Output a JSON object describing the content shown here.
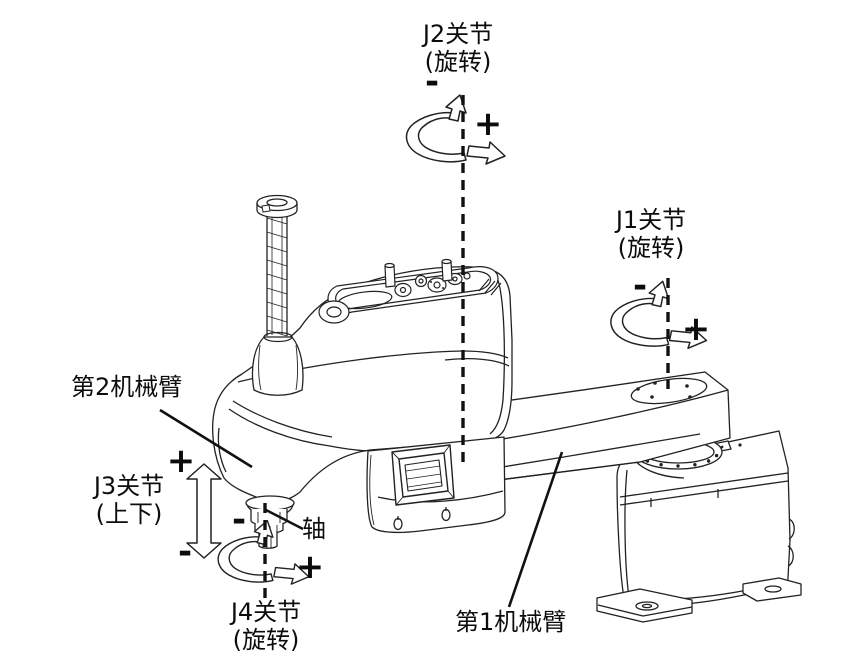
{
  "figure": {
    "type": "technical-illustration",
    "subject": "SCARA robot joint direction diagram",
    "background": "#ffffff",
    "line_color": "#222222"
  },
  "annotations": {
    "j1": {
      "title": "J1关节",
      "subtitle": "(旋转)",
      "minus": "-",
      "plus": "+"
    },
    "j2": {
      "title": "J2关节",
      "subtitle": "(旋转)",
      "minus": "-",
      "plus": "+"
    },
    "j3": {
      "title": "J3关节",
      "subtitle": "(上下)",
      "minus": "-",
      "plus": "+"
    },
    "j4": {
      "title": "J4关节",
      "subtitle": "(旋转)",
      "minus": "-",
      "plus": "+"
    },
    "parts": {
      "arm2_label": "第2机械臂",
      "arm1_label": "第1机械臂",
      "shaft_label": "轴"
    }
  },
  "icons": {
    "rotation_arrow": "curved-rotation-arrow",
    "updown_arrow": "vertical-double-arrow",
    "axis": "dashed-axis-line"
  }
}
